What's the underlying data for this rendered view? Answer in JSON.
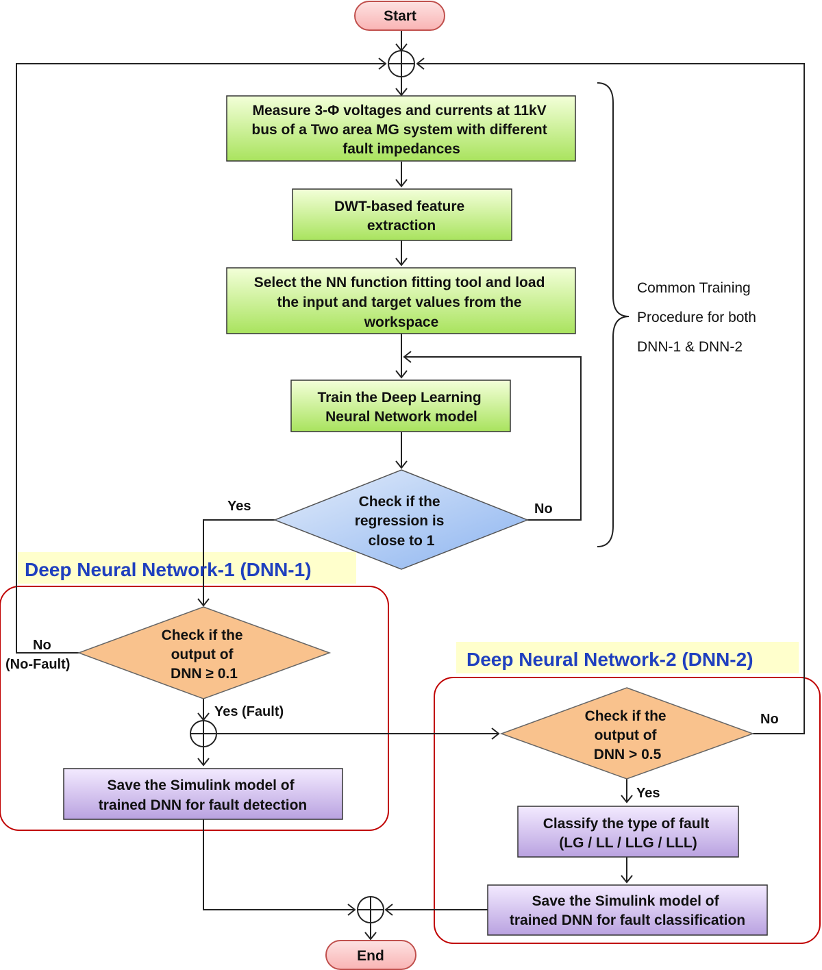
{
  "colors": {
    "terminal_fill": "#f9b4b4",
    "terminal_stroke": "#c0504d",
    "process_fill_top": "#f3ffd9",
    "process_fill_bottom": "#a9e35e",
    "decision_blue_top": "#e3ecfa",
    "decision_blue_bottom": "#8cb4f0",
    "decision_orange": "#f9c28d",
    "save_fill_top": "#f3eaff",
    "save_fill_bottom": "#b9a2e0",
    "section_title_bg": "#ffffcc",
    "section_title_text": "#1f3fbf",
    "region_border": "#c00000"
  },
  "terminals": {
    "start": "Start",
    "end": "End"
  },
  "steps": {
    "measure": [
      "Measure 3-Φ voltages and currents at 11kV",
      "bus of a Two area MG system with different",
      "fault impedances"
    ],
    "dwt": [
      "DWT-based feature",
      "extraction"
    ],
    "select_nn": [
      "Select the NN function fitting tool and  load",
      "the input and target values from the",
      "workspace"
    ],
    "train": [
      "Train the Deep Learning",
      "Neural Network model"
    ],
    "check_regression": [
      "Check if the",
      "regression is",
      "close to 1"
    ],
    "check_dnn1": [
      "Check if the",
      "output of",
      "DNN ≥ 0.1"
    ],
    "save_detection": [
      "Save the Simulink model of",
      "trained DNN for fault detection"
    ],
    "check_dnn2": [
      "Check if the",
      "output of",
      "DNN > 0.5"
    ],
    "classify": [
      "Classify the type of fault",
      "(LG / LL / LLG / LLL)"
    ],
    "save_classification": [
      "Save the Simulink model of",
      "trained DNN for fault classification"
    ]
  },
  "edge_labels": {
    "regression_yes": "Yes",
    "regression_no": "No",
    "dnn1_no": "No",
    "dnn1_no_fault": "(No-Fault)",
    "dnn1_yes_fault": "Yes (Fault)",
    "dnn2_no": "No",
    "dnn2_yes": "Yes"
  },
  "sections": {
    "dnn1_title": "Deep Neural Network-1 (DNN-1)",
    "dnn2_title": "Deep Neural Network-2 (DNN-2)"
  },
  "side_note": [
    "Common Training",
    "Procedure for both",
    "DNN-1 & DNN-2"
  ]
}
